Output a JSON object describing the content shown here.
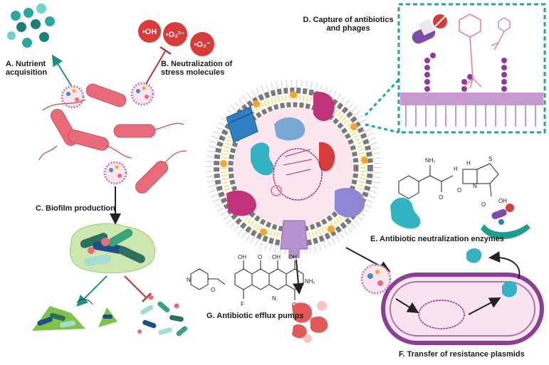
{
  "labels": {
    "a": "A. Nutrient\nacquisition",
    "b": "B. Neutralization of\nstress molecules",
    "c": "C. Biofilm production",
    "d": "D. Capture of antibiotics\nand phages",
    "e": "E. Antibiotic neutralization enzymes",
    "f": "F. Transfer of resistance plasmids",
    "g": "G. Antibiotic efflux pumps"
  },
  "radicals": {
    "hydroxyl": "•OH",
    "peroxide": "•O₂²⁻",
    "superoxide": "•O₂⁻"
  },
  "chem": {
    "nh2": "NH₂",
    "oh": "OH",
    "o": "O",
    "n": "N",
    "h": "H",
    "s": "S",
    "f": "F",
    "h_n": "H",
    "cooh": "OH"
  },
  "colors": {
    "teal": "#1f8f86",
    "red_radical": "#d93a3a",
    "bacteria": "#e86b79",
    "membrane": "#b36fa8",
    "phosphate": "#7a7a7a",
    "orange_protein": "#f2a531",
    "dashed_box": "#1fa59a"
  }
}
